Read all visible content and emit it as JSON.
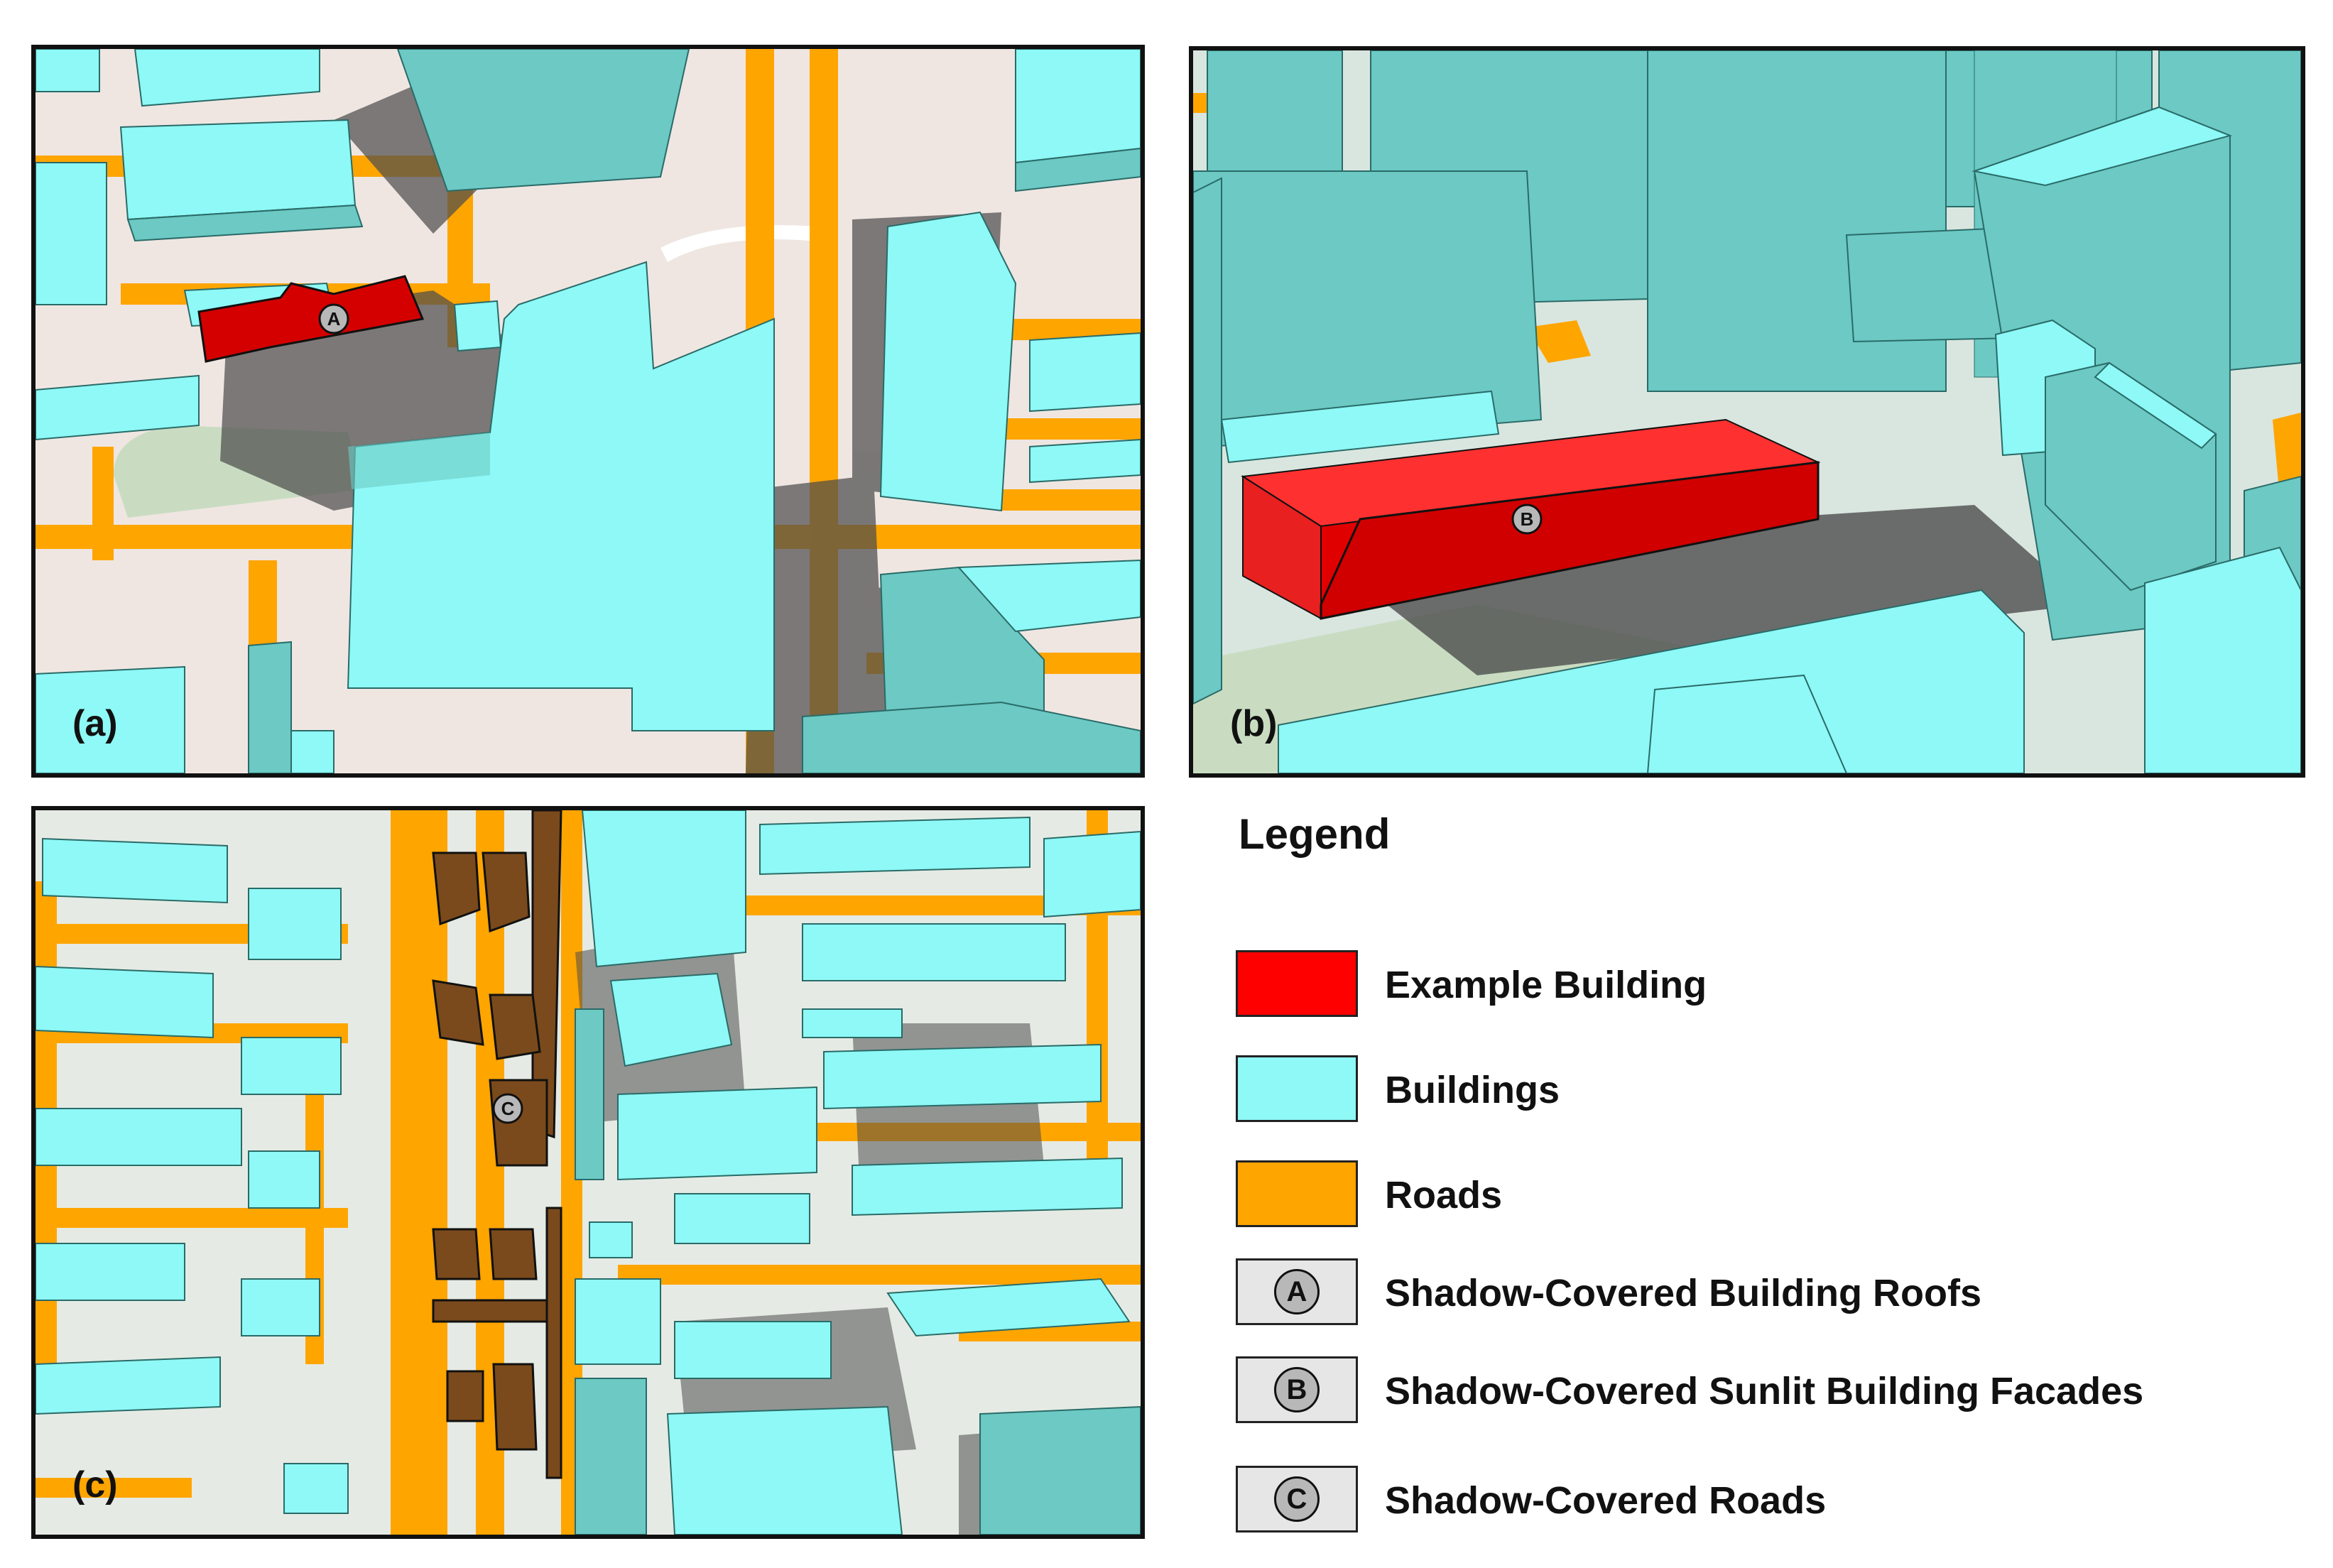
{
  "panels": {
    "a": {
      "label": "(a)",
      "marker": "A"
    },
    "b": {
      "label": "(b)",
      "marker": "B"
    },
    "c": {
      "label": "(c)",
      "marker": "C"
    }
  },
  "legend": {
    "title": "Legend",
    "items": [
      {
        "label": "Example Building",
        "color": "#ff0000"
      },
      {
        "label": "Buildings",
        "color": "#8ef9f6"
      },
      {
        "label": "Roads",
        "color": "#ffa500"
      },
      {
        "label": "Shadow-Covered Building Roofs",
        "marker": "A"
      },
      {
        "label": "Shadow-Covered Sunlit Building Facades",
        "marker": "B"
      },
      {
        "label": "Shadow-Covered Roads",
        "marker": "C"
      }
    ]
  },
  "colors": {
    "example_building": "#ff0000",
    "building_roof": "#8ef9f6",
    "building_side": "#6cc9c4",
    "road": "#ffa500",
    "ground": "#ece8e2",
    "shadow": "#555555",
    "shadowed_road": "#7a4a1c"
  }
}
